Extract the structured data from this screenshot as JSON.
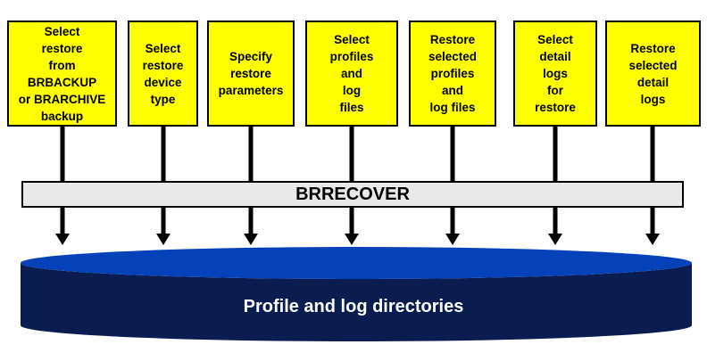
{
  "boxes": [
    {
      "label": "Select\nrestore\nfrom\nBRBACKUP\nor BRARCHIVE\nbackup"
    },
    {
      "label": "Select\nrestore\ndevice\ntype"
    },
    {
      "label": "Specify\nrestore\nparameters"
    },
    {
      "label": "Select\nprofiles\nand\nlog\nfiles"
    },
    {
      "label": "Restore\nselected\nprofiles\nand\nlog files"
    },
    {
      "label": "Select\ndetail\nlogs\nfor\nrestore"
    },
    {
      "label": "Restore\nselected\ndetail\nlogs"
    }
  ],
  "bar": {
    "label": "BRRECOVER"
  },
  "disk": {
    "label": "Profile and log directories"
  },
  "colors": {
    "box_fill": "#FFFF00",
    "box_border": "#000000",
    "bar_fill": "#E9E9E9",
    "disk_top": "#0542BA",
    "disk_side": "#0B1C50",
    "arrow": "#000000",
    "background": "#FFFFFF"
  }
}
